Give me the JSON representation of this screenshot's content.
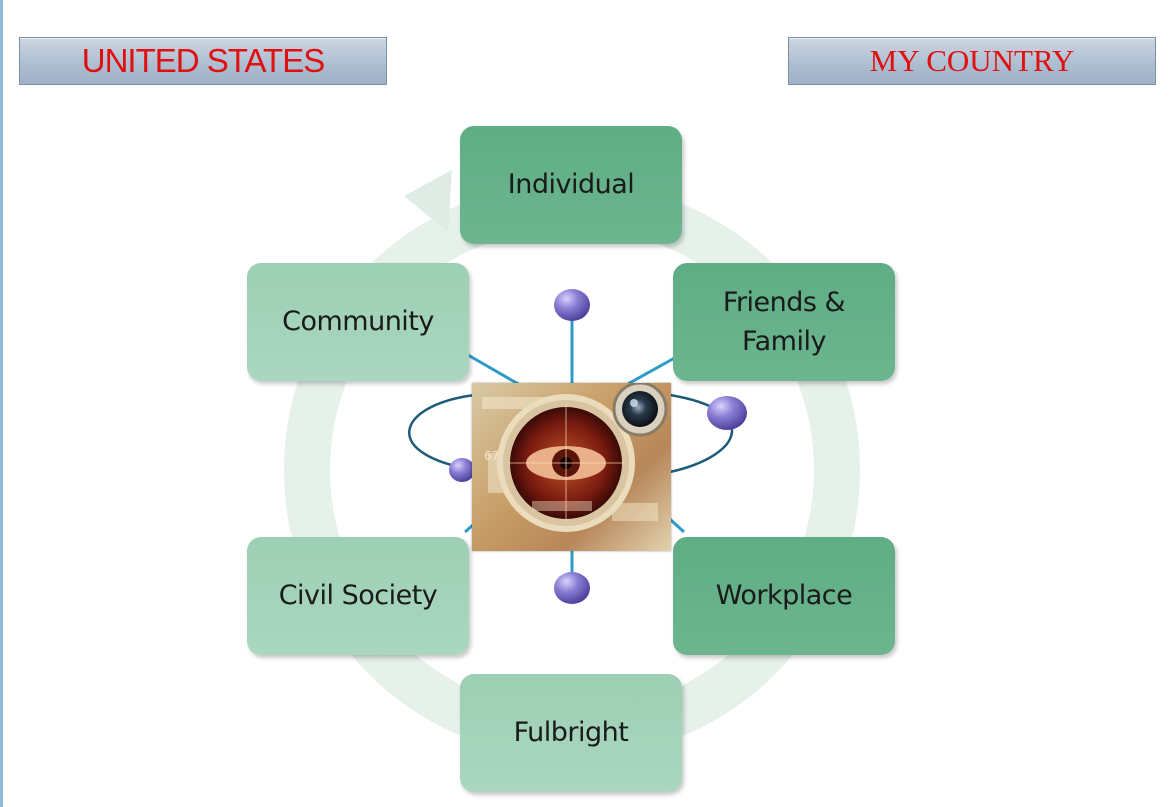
{
  "headers": {
    "left": "UNITED STATES",
    "right": "MY COUNTRY"
  },
  "colors": {
    "header_text": "#e01010",
    "node_dark": "#62ae87",
    "node_light": "#a2d3b9",
    "cycle_arrow": "#e3efe8",
    "connector": "#2f9cc8",
    "orb": "#8b7fd4"
  },
  "nodes": {
    "individual": "Individual",
    "friends_family": "Friends &\nFamily",
    "workplace": "Workplace",
    "fulbright": "Fulbright",
    "civil_society": "Civil Society",
    "community": "Community"
  },
  "center": {
    "image": "eye-lens-icon"
  }
}
